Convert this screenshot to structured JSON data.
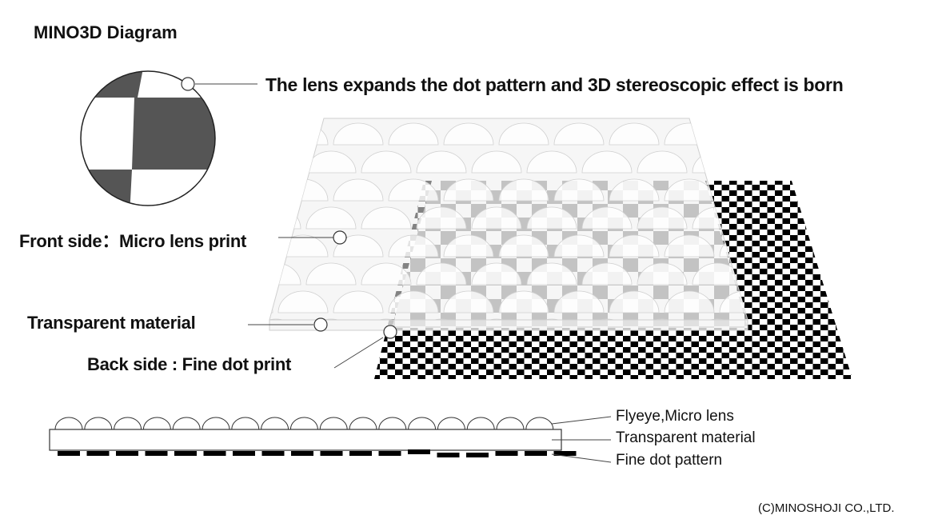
{
  "title": "MINO3D Diagram",
  "labels": {
    "lens_caption": "The lens expands the dot pattern and 3D stereoscopic effect is born",
    "front_side": "Front side：Micro lens print",
    "transparent": "Transparent material",
    "back_side": "Back side : Fine dot print"
  },
  "cross_section": {
    "lens": "Flyeye,Micro lens",
    "transparent": "Transparent material",
    "dots": "Fine dot pattern"
  },
  "copyright": "(C)MINOSHOJI CO.,LTD.",
  "colors": {
    "dark_gray": "#555555",
    "checker_gray": "#8f8f8f",
    "black": "#000000",
    "sheet": "#f3f3f3"
  }
}
